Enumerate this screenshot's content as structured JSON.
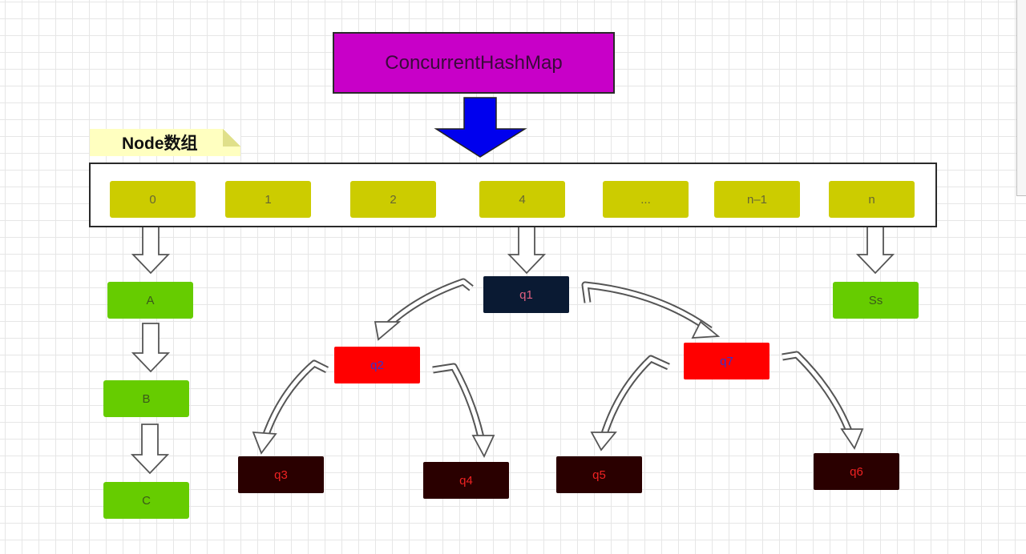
{
  "diagram": {
    "title": "ConcurrentHashMap",
    "array_label": "Node数组",
    "slots": [
      "0",
      "1",
      "2",
      "4",
      "...",
      "n–1",
      "n"
    ],
    "list_nodes": [
      "A",
      "B",
      "C"
    ],
    "tree_nodes": {
      "root": "q1",
      "left": "q2",
      "right": "q7",
      "left_left": "q3",
      "left_right": "q4",
      "right_left": "q5",
      "right_right": "q6"
    },
    "tail_node": "Ss"
  },
  "colors": {
    "title_fill": "#c800c8",
    "slot_fill": "#cccc00",
    "list_fill": "#66cc00",
    "tree_red": "#ff0000",
    "tree_root": "#0a1a33",
    "tree_leaf": "#2a0000",
    "main_arrow": "#0000ee",
    "note_fill": "#ffffc0"
  }
}
